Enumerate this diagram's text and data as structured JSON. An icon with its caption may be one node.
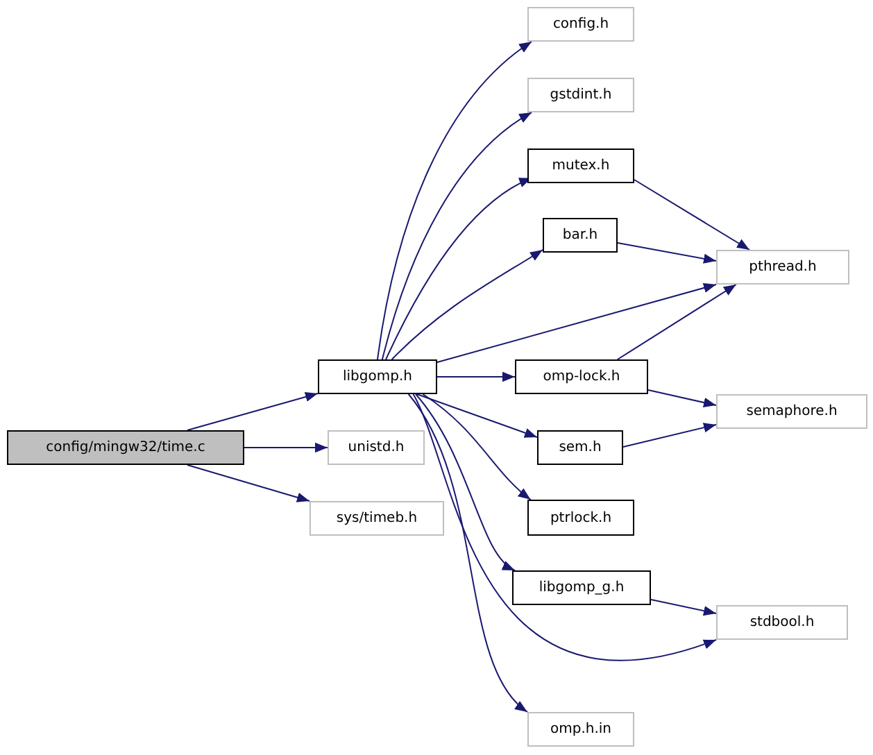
{
  "diagram": {
    "nodes": [
      {
        "text": [
          "config/mingw32/time.c"
        ]
      },
      {
        "text": [
          "libgomp.h"
        ]
      },
      {
        "text": [
          "unistd.h"
        ]
      },
      {
        "text": [
          "sys/timeb.h"
        ]
      },
      {
        "text": [
          "config.h"
        ]
      },
      {
        "text": [
          "gstdint.h"
        ]
      },
      {
        "text": [
          "mutex.h"
        ]
      },
      {
        "text": [
          "bar.h"
        ]
      },
      {
        "text": [
          "pthread.h"
        ]
      },
      {
        "text": [
          "omp-lock.h"
        ]
      },
      {
        "text": [
          "semaphore.h"
        ]
      },
      {
        "text": [
          "sem.h"
        ]
      },
      {
        "text": [
          "ptrlock.h"
        ]
      },
      {
        "text": [
          "libgomp_g.h"
        ]
      },
      {
        "text": [
          "stdbool.h"
        ]
      },
      {
        "text": [
          "omp.h.in"
        ]
      }
    ],
    "edges": [
      {
        "from": 0,
        "to": 1,
        "arrow": "to"
      },
      {
        "from": 0,
        "to": 2,
        "arrow": "to"
      },
      {
        "from": 0,
        "to": 3,
        "arrow": "to"
      },
      {
        "from": 1,
        "to": 4,
        "arrow": "to"
      },
      {
        "from": 1,
        "to": 5,
        "arrow": "to"
      },
      {
        "from": 1,
        "to": 6,
        "arrow": "to"
      },
      {
        "from": 1,
        "to": 7,
        "arrow": "to"
      },
      {
        "from": 1,
        "to": 8,
        "arrow": "to"
      },
      {
        "from": 1,
        "to": 9,
        "arrow": "to"
      },
      {
        "from": 1,
        "to": 11,
        "arrow": "to"
      },
      {
        "from": 1,
        "to": 12,
        "arrow": "to"
      },
      {
        "from": 1,
        "to": 13,
        "arrow": "to"
      },
      {
        "from": 1,
        "to": 14,
        "arrow": "to"
      },
      {
        "from": 1,
        "to": 15,
        "arrow": "to"
      },
      {
        "from": 6,
        "to": 8,
        "arrow": "to"
      },
      {
        "from": 7,
        "to": 8,
        "arrow": "to"
      },
      {
        "from": 9,
        "to": 8,
        "arrow": "to"
      },
      {
        "from": 9,
        "to": 10,
        "arrow": "to"
      },
      {
        "from": 11,
        "to": 10,
        "arrow": "to"
      },
      {
        "from": 13,
        "to": 14,
        "arrow": "to"
      }
    ]
  }
}
